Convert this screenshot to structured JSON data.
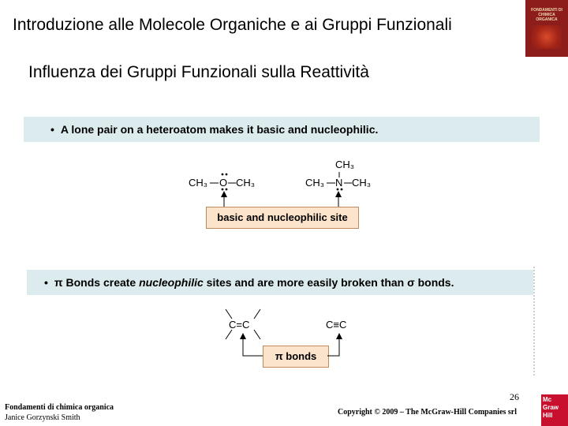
{
  "header": {
    "title": "Introduzione alle Molecole Organiche e ai Gruppi Funzionali",
    "subtitle": "Influenza dei Gruppi Funzionali sulla Reattività"
  },
  "book_cover": {
    "title_text": "FONDAMENTI DI CHIMICA ORGANICA",
    "color": "#8c1d1a"
  },
  "panel1": {
    "bullet": "•",
    "text": "A lone pair on a heteroatom makes it basic and nucleophilic.",
    "ether": {
      "left": "CH₃",
      "atom": "O",
      "right": "CH₃"
    },
    "amine": {
      "top": "CH₃",
      "left": "CH₃",
      "atom": "N",
      "right": "CH₃"
    },
    "box_label": "basic and nucleophilic site"
  },
  "panel2": {
    "bullet": "•",
    "text_parts": [
      "π Bonds create ",
      "nucleophilic",
      " sites and are more easily broken than σ bonds."
    ],
    "alkene": "C=C",
    "alkyne": "C≡C",
    "box_label": "π bonds"
  },
  "footer": {
    "book_title": "Fondamenti di chimica organica",
    "author": "Janice Gorzynski Smith",
    "page_number": "26",
    "copyright": "Copyright © 2009 – The McGraw-Hill Companies srl",
    "publisher_logo_lines": [
      "Mc",
      "Graw",
      "Hill"
    ]
  },
  "colors": {
    "panel_background": "#dcecee",
    "label_box_fill": "#fbe3cc",
    "label_box_border": "#bd8d60",
    "publisher_red": "#c8102e"
  }
}
